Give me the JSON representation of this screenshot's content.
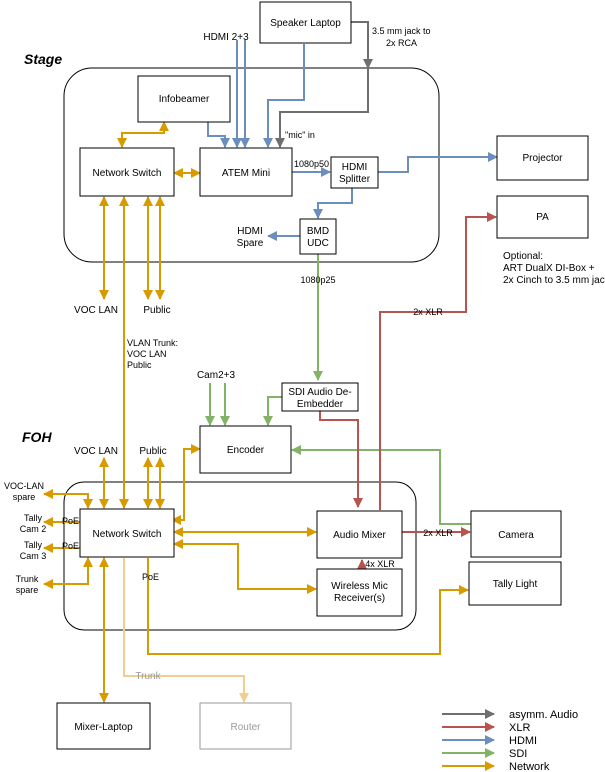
{
  "colors": {
    "audio": "#6e6e6e",
    "xlr": "#b85450",
    "hdmi": "#6c8ebf",
    "sdi": "#82b366",
    "network": "#d79b00",
    "trunk_faded": "#f0cf8e"
  },
  "areas": {
    "stage": "Stage",
    "foh": "FOH"
  },
  "boxes": {
    "speaker_laptop": "Speaker Laptop",
    "infobeamer": "Infobeamer",
    "network_switch_stage": "Network Switch",
    "atem_mini": "ATEM Mini",
    "hdmi_splitter": [
      "HDMI",
      "Splitter"
    ],
    "projector": "Projector",
    "pa": "PA",
    "bmd_udc": [
      "BMD",
      "UDC"
    ],
    "sdi_de_embedder": [
      "SDI Audio De-",
      "Embedder"
    ],
    "encoder": "Encoder",
    "network_switch_foh": "Network Switch",
    "audio_mixer": "Audio Mixer",
    "camera": "Camera",
    "wireless_mic": [
      "Wireless Mic",
      "Receiver(s)"
    ],
    "tally_light": "Tally Light",
    "mixer_laptop": "Mixer-Laptop",
    "router": "Router"
  },
  "labels": {
    "hdmi_2_3": "HDMI 2+3",
    "jack_rca": [
      "3.5 mm jack to",
      "2x RCA"
    ],
    "mic_in": "\"mic\" in",
    "p1080p50": "1080p50",
    "hdmi_spare": [
      "HDMI",
      "Spare"
    ],
    "p1080p25": "1080p25",
    "optional": [
      "Optional:",
      "ART DualX DI-Box +",
      "2x Cinch to 3.5 mm jack"
    ],
    "xlr_2x_top": "2x XLR",
    "voc_lan_stage": "VOC LAN",
    "public_stage": "Public",
    "vlan_trunk": [
      "VLAN Trunk:",
      "VOC LAN",
      "Public"
    ],
    "cam_2_3": "Cam2+3",
    "voc_lan_foh": "VOC LAN",
    "public_foh": "Public",
    "voc_lan_spare": [
      "VOC-LAN",
      "spare"
    ],
    "tally_cam2": [
      "Tally",
      "Cam 2"
    ],
    "tally_cam3": [
      "Tally",
      "Cam 3"
    ],
    "poe1": "PoE",
    "poe2": "PoE",
    "poe3": "PoE",
    "trunk_spare": [
      "Trunk",
      "spare"
    ],
    "xlr_2x_cam": "2x XLR",
    "xlr_4x": "4x XLR",
    "trunk": "Trunk"
  },
  "legend": [
    {
      "label": "asymm. Audio",
      "color": "#6e6e6e"
    },
    {
      "label": "XLR",
      "color": "#b85450"
    },
    {
      "label": "HDMI",
      "color": "#6c8ebf"
    },
    {
      "label": "SDI",
      "color": "#82b366"
    },
    {
      "label": "Network",
      "color": "#d79b00"
    }
  ]
}
